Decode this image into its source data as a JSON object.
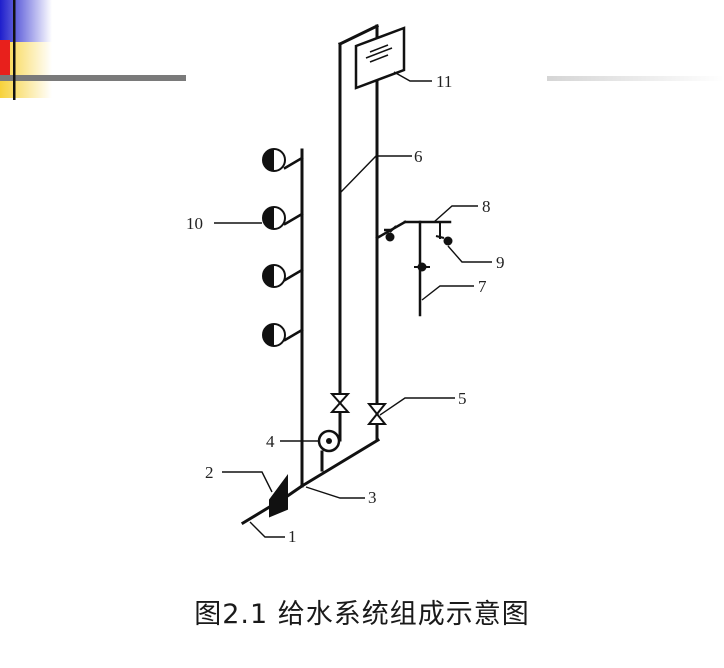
{
  "diagram": {
    "caption": "图2.1  给水系统组成示意图",
    "labels": {
      "l1": "1",
      "l2": "2",
      "l3": "3",
      "l4": "4",
      "l5": "5",
      "l6": "6",
      "l7": "7",
      "l8": "8",
      "l9": "9",
      "l10": "10",
      "l11": "11"
    }
  },
  "colors": {
    "line": "#111111",
    "slide_blue": "#1e1ecc",
    "slide_red": "#e8201c",
    "slide_yellow": "#f7d23a",
    "slide_bar": "#7a7a7a"
  }
}
